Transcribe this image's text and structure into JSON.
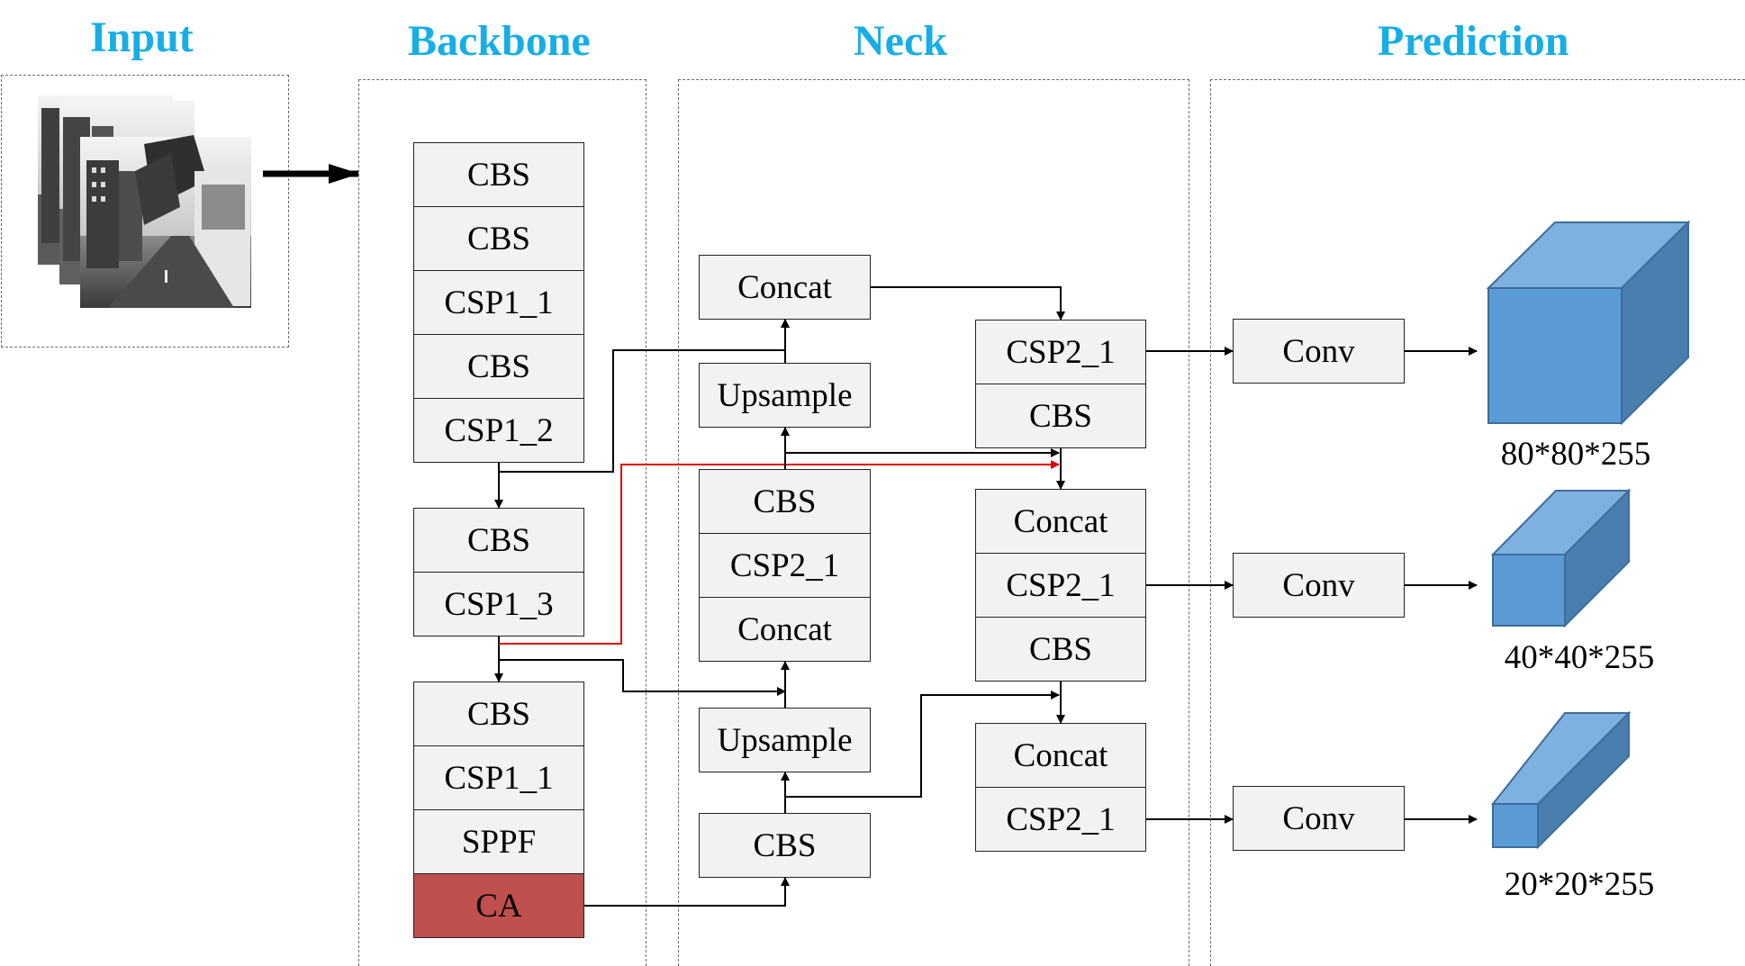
{
  "sections": {
    "input": "Input",
    "backbone": "Backbone",
    "neck": "Neck",
    "prediction": "Prediction"
  },
  "colors": {
    "title": "#17aee6",
    "block_fill": "#f2f2f2",
    "ca_fill": "#c0504d",
    "red_line": "#e00000",
    "cube_front": "#5b9bd5",
    "cube_top": "#7fb1e0",
    "cube_side": "#4a7eaf"
  },
  "backbone": {
    "group1": [
      "CBS",
      "CBS",
      "CSP1_1",
      "CBS",
      "CSP1_2"
    ],
    "group2": [
      "CBS",
      "CSP1_3"
    ],
    "group3": [
      "CBS",
      "CSP1_1",
      "SPPF",
      "CA"
    ]
  },
  "neck": {
    "col1": {
      "concat_top": "Concat",
      "upsample_top": "Upsample",
      "stack": [
        "CBS",
        "CSP2_1",
        "Concat"
      ],
      "upsample_bottom": "Upsample",
      "cbs_bottom": "CBS"
    },
    "col2": {
      "stack1": [
        "CSP2_1",
        "CBS"
      ],
      "stack2": [
        "Concat",
        "CSP2_1",
        "CBS"
      ],
      "stack3": [
        "Concat",
        "CSP2_1"
      ]
    }
  },
  "prediction": {
    "heads": [
      {
        "conv": "Conv",
        "shape": "80*80*255"
      },
      {
        "conv": "Conv",
        "shape": "40*40*255"
      },
      {
        "conv": "Conv",
        "shape": "20*20*255"
      }
    ]
  },
  "input_image": {
    "icon": "street-scene-image-stack-icon"
  }
}
